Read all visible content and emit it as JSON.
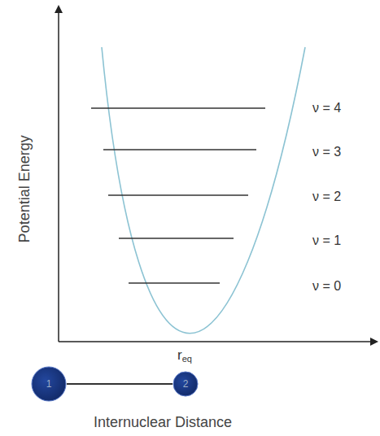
{
  "diagram": {
    "nodes": [
      {
        "text": [
          "1"
        ]
      },
      {
        "text": [
          "2"
        ]
      }
    ],
    "edges": [
      {
        "from": 0,
        "to": 1,
        "arrow": "none"
      }
    ],
    "labels": [
      "Potential Energy",
      "ν = 4",
      "ν = 3",
      "ν = 2",
      "ν = 1",
      "ν = 0",
      "r",
      "eq",
      "Internuclear Distance"
    ]
  }
}
